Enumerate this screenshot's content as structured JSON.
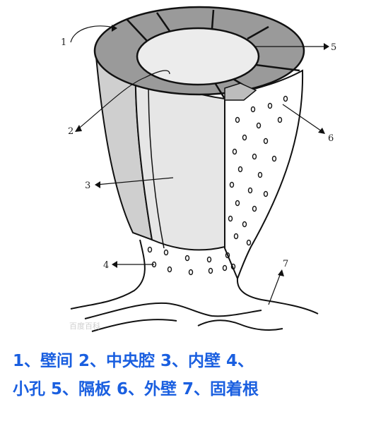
{
  "callouts": [
    "1",
    "2",
    "3",
    "4",
    "5",
    "6",
    "7"
  ],
  "caption": {
    "line1": "1、壁间 2、中央腔 3、内壁 4、",
    "line2": "小孔 5、隔板 6、外壁 7、固着根"
  },
  "watermark": "百度百科"
}
